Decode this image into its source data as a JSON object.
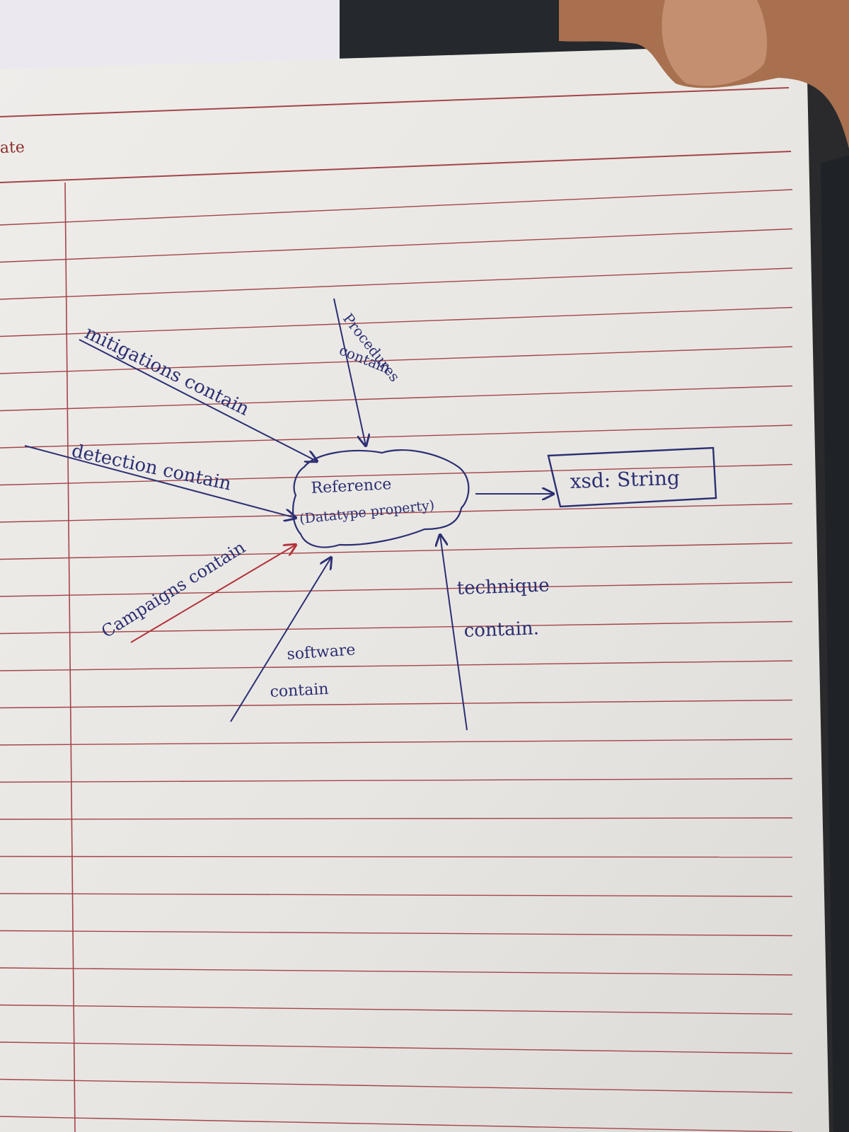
{
  "page": {
    "header_label": "ate"
  },
  "diagram": {
    "center_node": {
      "line1": "Reference",
      "line2": "(Datatype property)"
    },
    "range_node": {
      "label": "xsd: String"
    },
    "edge_labels": {
      "mitigations": "mitigations contain",
      "procedures_line1": "Procedures",
      "procedures_line2": "contain",
      "detection": "detection contain",
      "campaigns": "Campaigns contain",
      "software_line1": "software",
      "software_line2": "contain",
      "technique_line1": "technique",
      "technique_line2": "contain."
    }
  },
  "colors": {
    "paper": "#ecebe8",
    "ruling": "#a3454a",
    "ink_blue": "#2c2f73",
    "ink_red": "#b3323c",
    "background_dark": "#25282d",
    "background_light": "#ebe9ef",
    "skin": "#b27a58"
  }
}
